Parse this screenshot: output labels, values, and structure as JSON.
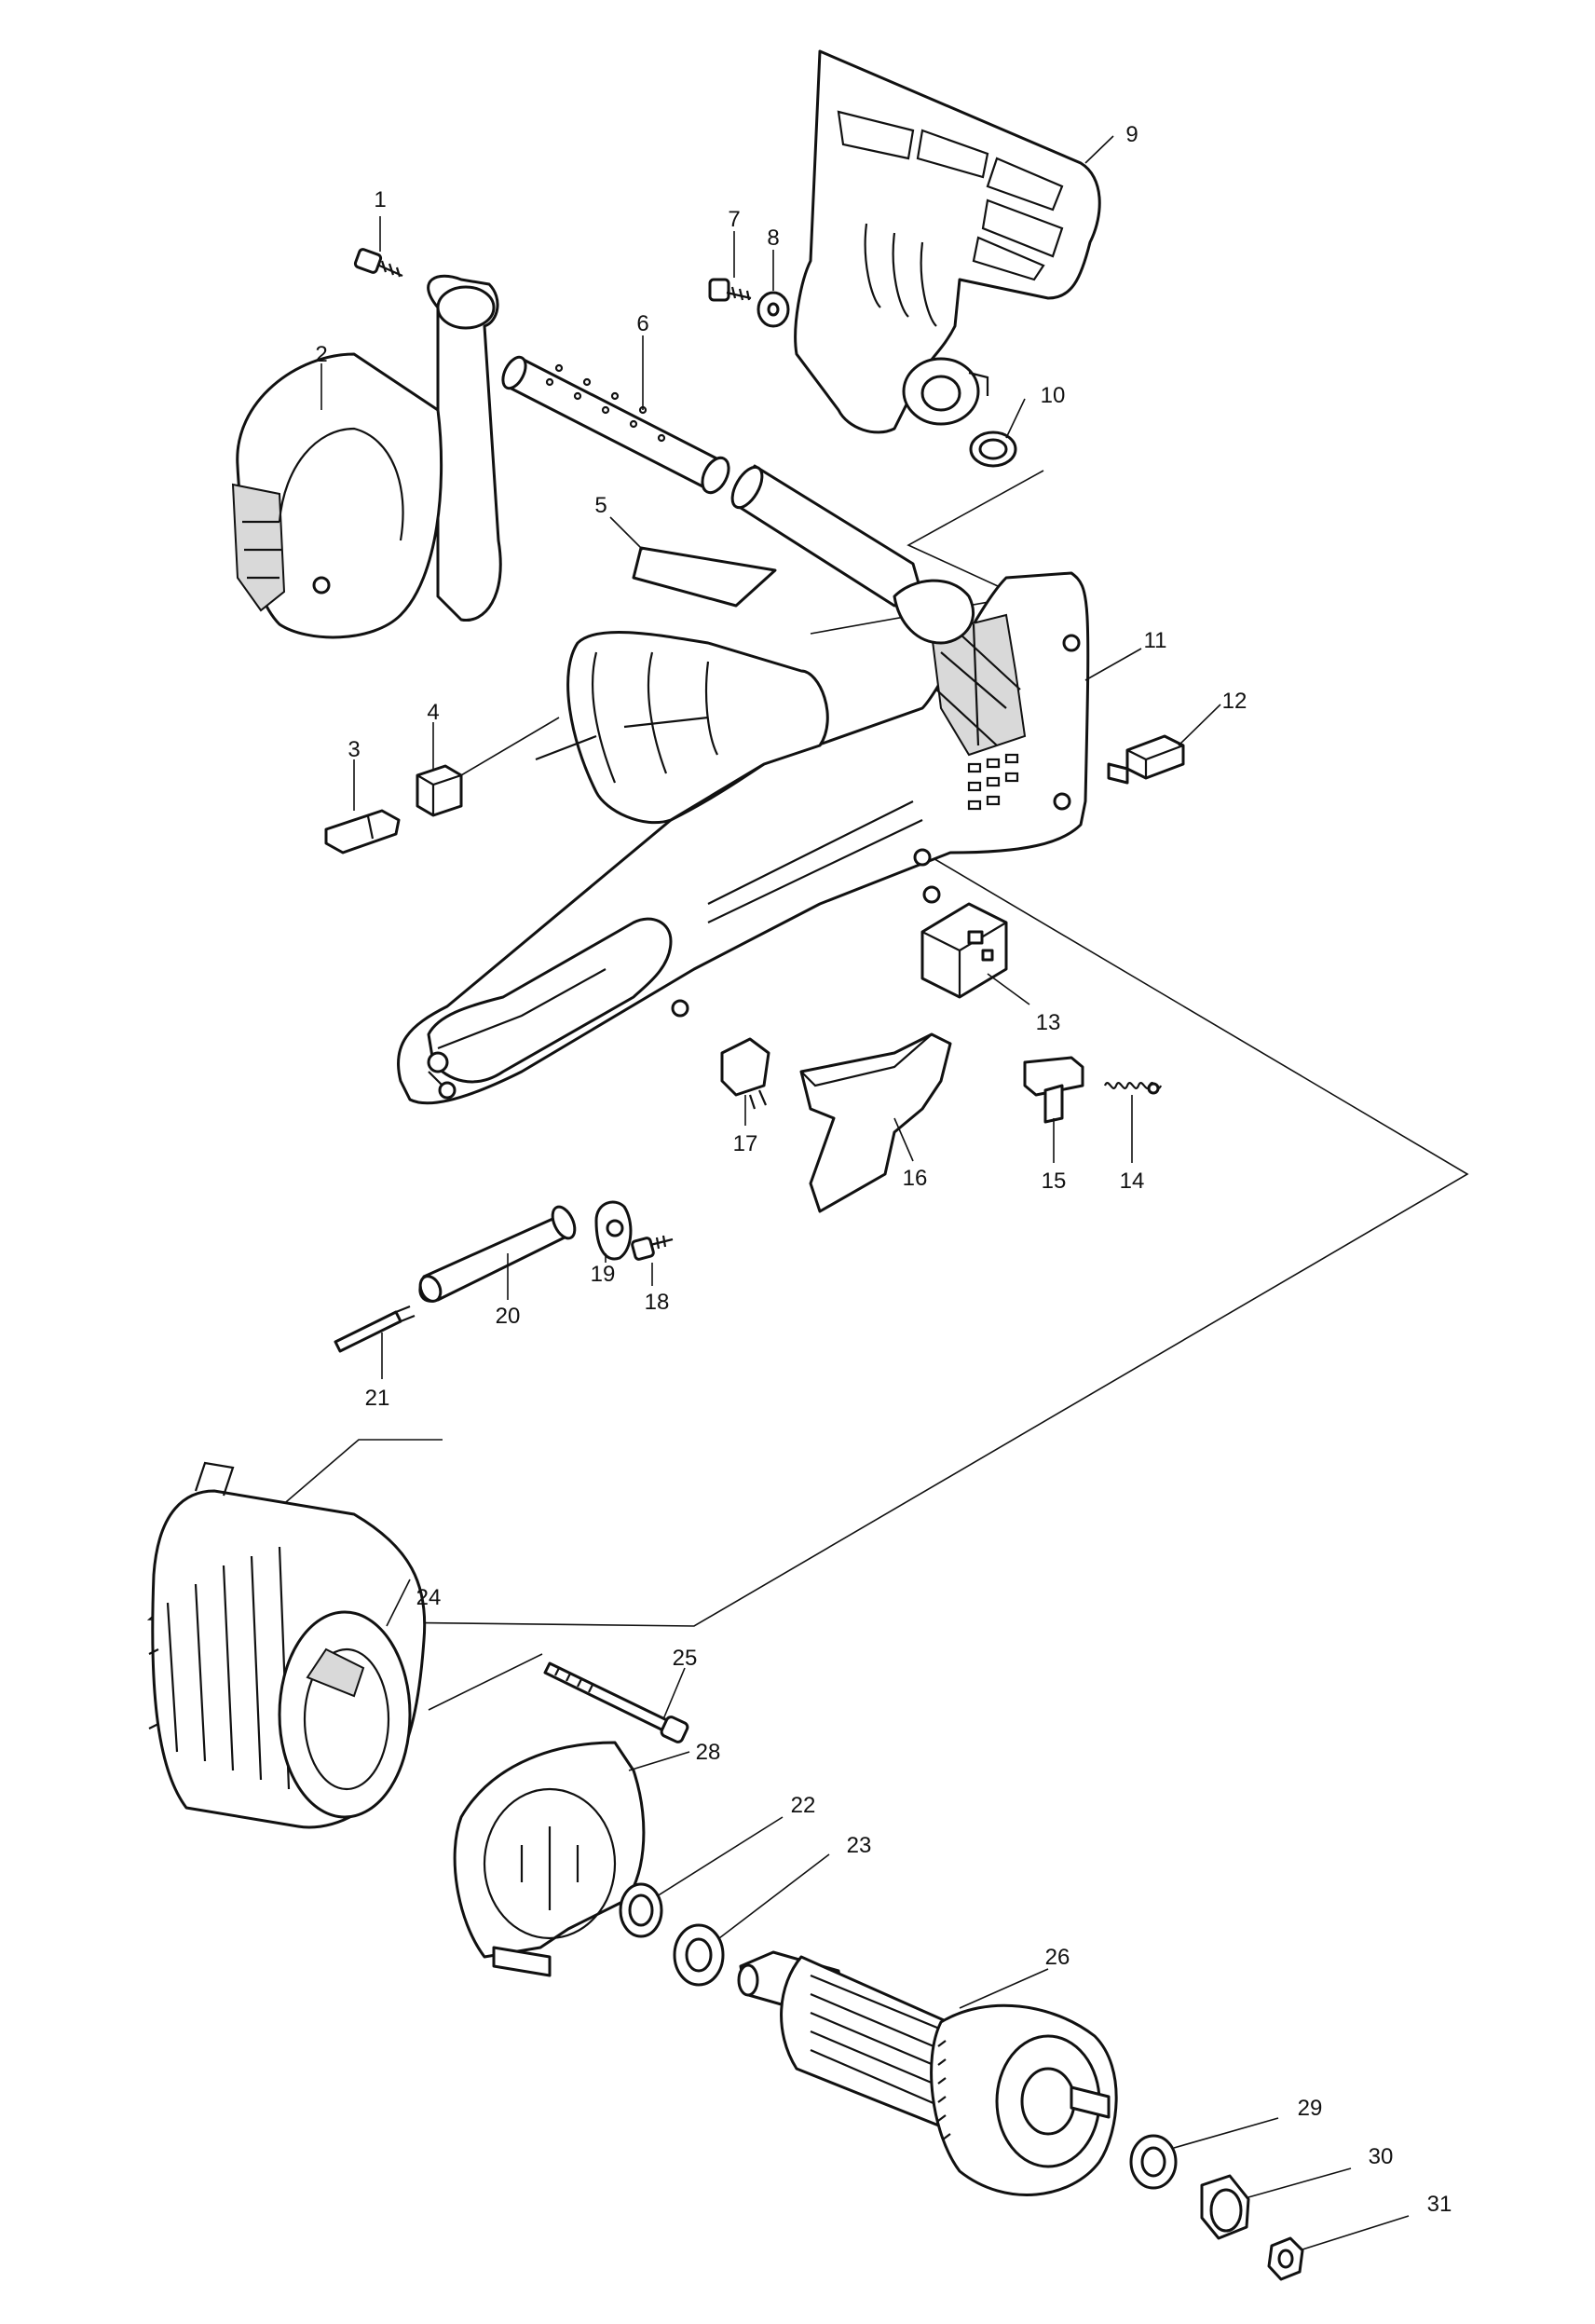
{
  "diagram": {
    "type": "exploded parts diagram",
    "parts": [
      {
        "num": "1"
      },
      {
        "num": "2"
      },
      {
        "num": "3"
      },
      {
        "num": "4"
      },
      {
        "num": "5"
      },
      {
        "num": "6"
      },
      {
        "num": "7"
      },
      {
        "num": "8"
      },
      {
        "num": "9"
      },
      {
        "num": "10"
      },
      {
        "num": "11"
      },
      {
        "num": "12"
      },
      {
        "num": "13"
      },
      {
        "num": "14"
      },
      {
        "num": "15"
      },
      {
        "num": "16"
      },
      {
        "num": "17"
      },
      {
        "num": "18"
      },
      {
        "num": "19"
      },
      {
        "num": "20"
      },
      {
        "num": "21"
      },
      {
        "num": "22"
      },
      {
        "num": "23"
      },
      {
        "num": "24"
      },
      {
        "num": "25"
      },
      {
        "num": "26"
      },
      {
        "num": "28"
      },
      {
        "num": "29"
      },
      {
        "num": "30"
      },
      {
        "num": "31"
      }
    ]
  }
}
